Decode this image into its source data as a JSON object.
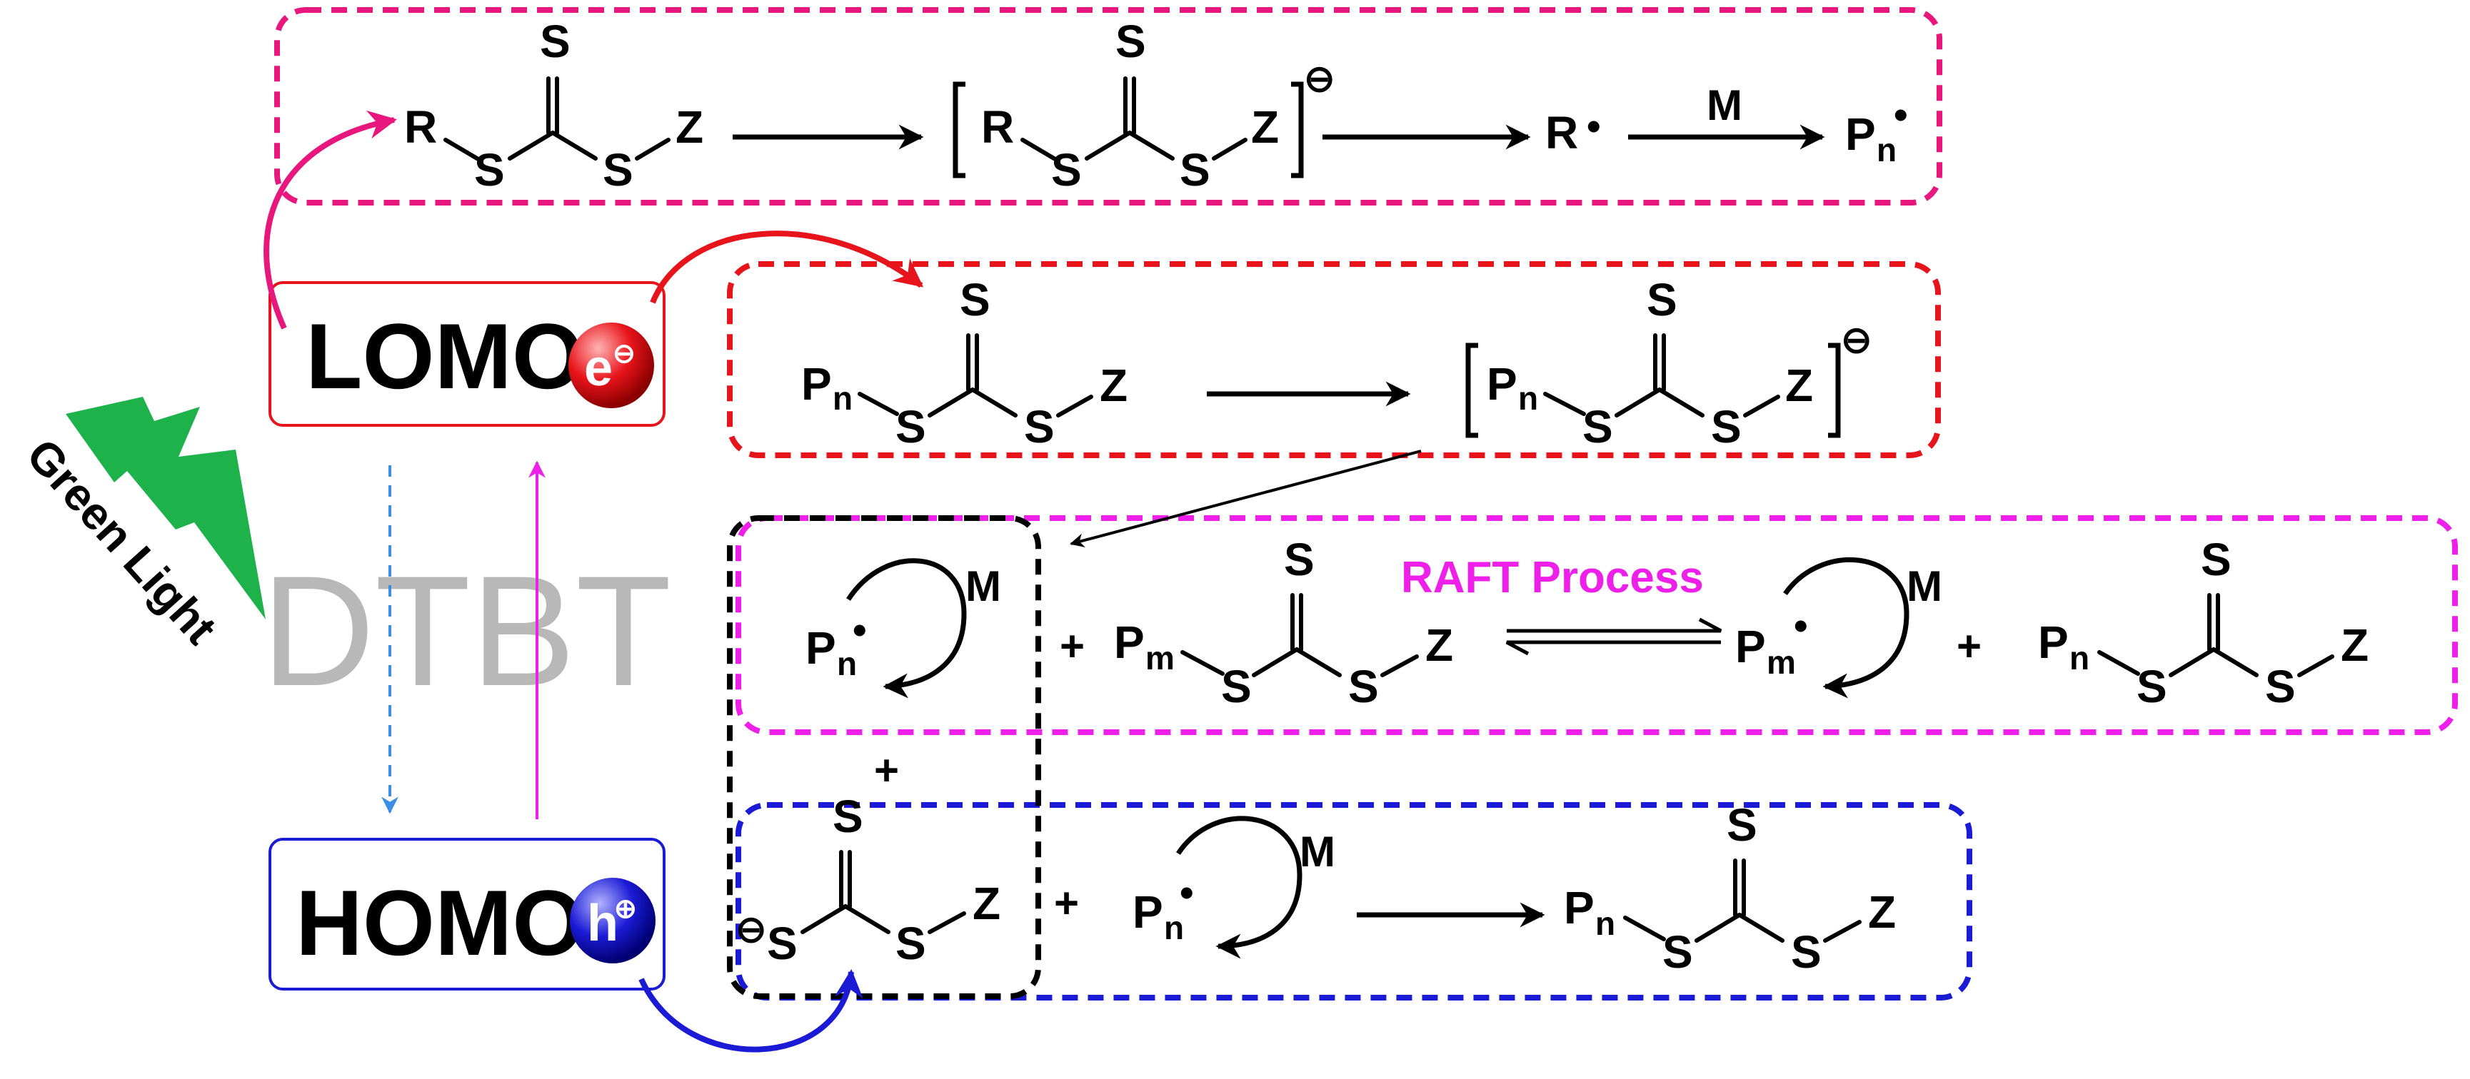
{
  "labels": {
    "lomo": "LOMO",
    "homo": "HOMO",
    "electron": "e",
    "hole": "h",
    "minus_charge": "⊖",
    "plus_charge": "⊕",
    "dtbt": "DTBT",
    "green_light": "Green Light",
    "raft_process": "RAFT Process",
    "monomer": "M",
    "plus": "+",
    "radical_dot": "•"
  },
  "atoms": {
    "sulfur": "S",
    "z_group": "Z",
    "r_group": "R",
    "pn": "P",
    "pn_sub": "n",
    "pm_sub": "m"
  },
  "colors": {
    "top_box": "#e8177e",
    "red_box": "#e8141b",
    "magenta_box": "#ee1fe8",
    "blue_box": "#1b1bd6",
    "black_box": "#000000",
    "lightning": "#1db34a",
    "dtbt_text": "#b8b8b8",
    "raft_text": "#ee1fe8",
    "lomo_sphere": "#e8141b",
    "homo_sphere": "#1b1bd6",
    "dashed_arrow": "#3b8ee6",
    "up_arrow": "#ee1fe8",
    "pink_curve": "#e8177e",
    "red_curve": "#e8141b",
    "blue_curve": "#1b1bd6"
  }
}
